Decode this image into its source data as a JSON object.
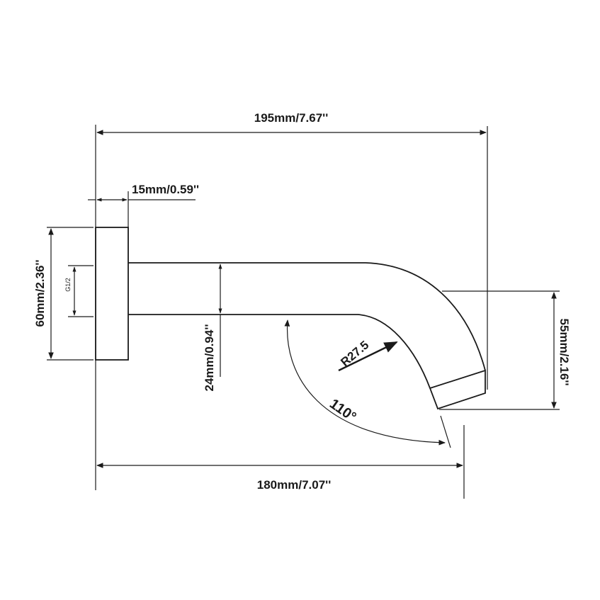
{
  "dimensions": {
    "overall_length": "195mm/7.67''",
    "flange_thickness": "15mm/0.59''",
    "flange_height": "60mm/2.36''",
    "thread": "G1/2",
    "pipe_diameter": "24mm/0.94''",
    "radius": "R27.5",
    "angle": "110°",
    "drop_height": "55mm/2.16''",
    "horizontal_reach": "180mm/7.07''"
  }
}
